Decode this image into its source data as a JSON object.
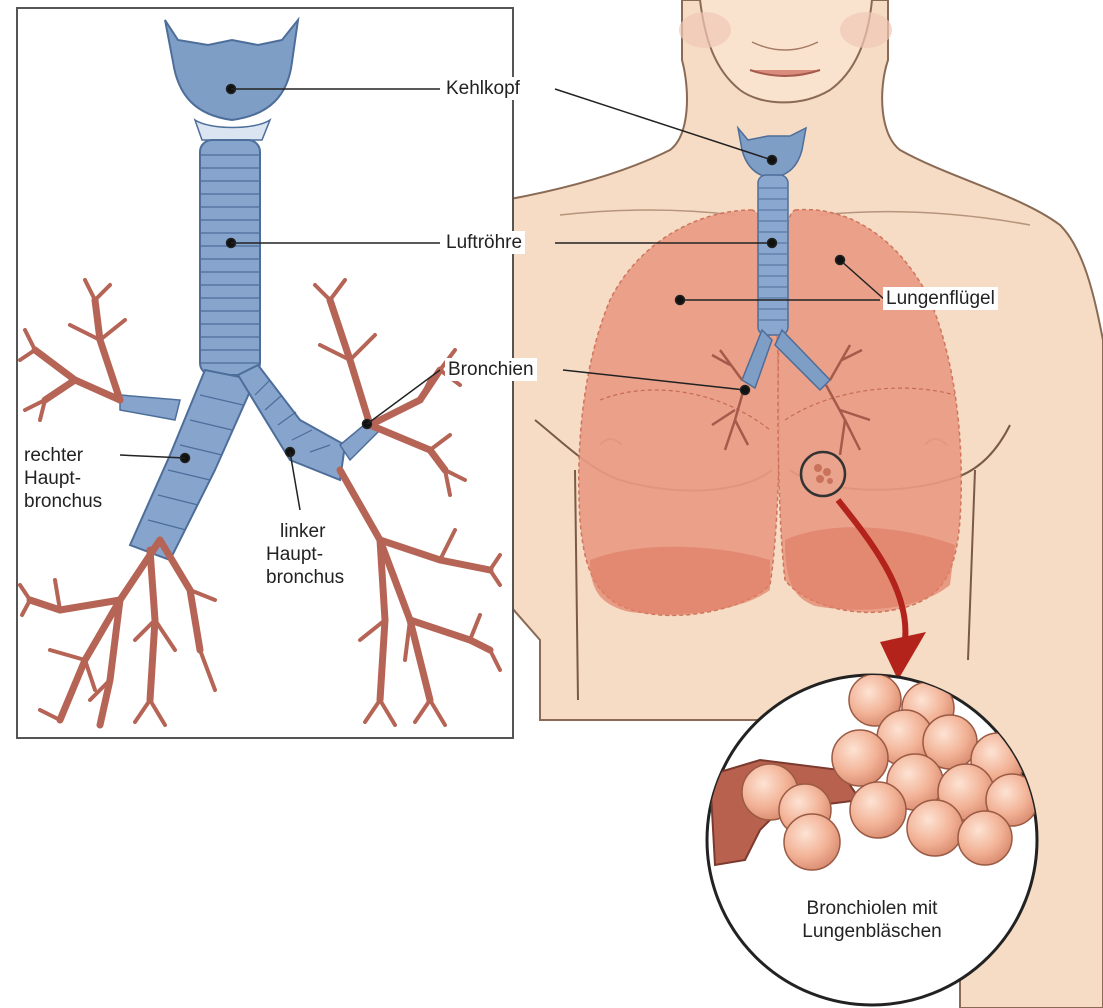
{
  "labels": {
    "kehlkopf": "Kehlkopf",
    "luftroehre": "Luftröhre",
    "lungenfluegel": "Lungenflügel",
    "bronchien": "Bronchien",
    "rechter_hauptbronchus": [
      "rechter",
      "Haupt-",
      "bronchus"
    ],
    "linker_hauptbronchus": [
      "linker",
      "Haupt-",
      "bronchus"
    ],
    "bronchiolen": [
      "Bronchiolen mit",
      "Lungenbläschen"
    ]
  },
  "colors": {
    "skin": "#f6dcc4",
    "lung": "#e9917a",
    "airway_blue": "#7f9ec6",
    "bronchi_red": "#b56455",
    "alveoli": "#f3b9a0",
    "arrow": "#b3231b"
  }
}
